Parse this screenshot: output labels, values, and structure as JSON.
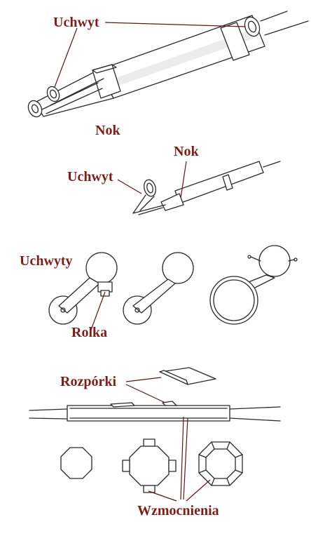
{
  "colors": {
    "label": "#7a1f1a",
    "ink": "#2a2a2a",
    "leader": "#5a1a16",
    "background": "#ffffff"
  },
  "labels": {
    "uchwyt_top": "Uchwyt",
    "nok_top": "Nok",
    "nok_mid": "Nok",
    "uchwyt_mid": "Uchwyt",
    "uchwyty": "Uchwyty",
    "rolka": "Rolka",
    "rozporki": "Rozpórki",
    "wzmocnienia": "Wzmocnienia"
  }
}
